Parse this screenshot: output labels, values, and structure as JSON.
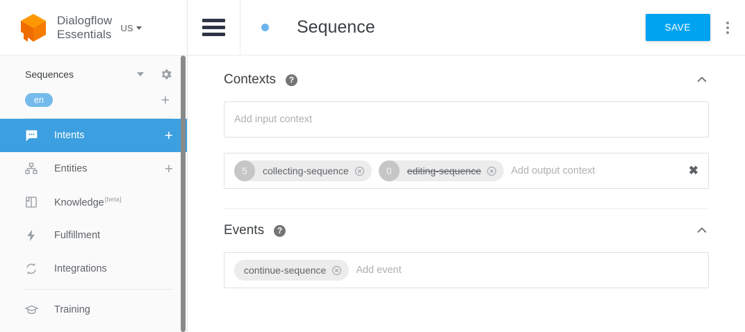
{
  "sidebar": {
    "brand": {
      "line1": "Dialogflow",
      "line2": "Essentials",
      "logo_icon": "dialogflow-cube-logo"
    },
    "region": {
      "label": "US",
      "icon": "chevron-down-icon"
    },
    "agent": {
      "name": "Sequences",
      "caret_icon": "caret-down-icon",
      "gear_icon": "gear-icon"
    },
    "language": {
      "code": "en",
      "add_label": "+"
    },
    "items": [
      {
        "label": "Intents",
        "icon": "chat-bubble-icon",
        "active": true,
        "plus": "+"
      },
      {
        "label": "Entities",
        "icon": "hierarchy-icon",
        "active": false,
        "plus": "+"
      },
      {
        "label": "Knowledge",
        "icon": "book-icon",
        "active": false,
        "badge": "[beta]"
      },
      {
        "label": "Fulfillment",
        "icon": "bolt-icon",
        "active": false
      },
      {
        "label": "Integrations",
        "icon": "sync-icon",
        "active": false
      },
      {
        "label": "Training",
        "icon": "graduation-cap-icon",
        "active": false
      }
    ]
  },
  "topbar": {
    "menu_icon": "hamburger-menu-icon",
    "status_dot": "status-dot-blue",
    "title": "Sequence",
    "save_label": "SAVE",
    "kebab_icon": "more-vertical-icon"
  },
  "contexts": {
    "title": "Contexts",
    "help_icon": "help-circle-icon",
    "collapse_icon": "chevron-up-icon",
    "input_placeholder": "Add input context",
    "output_placeholder": "Add output context",
    "clear_icon": "close-icon",
    "output_chips": [
      {
        "lifespan": "5",
        "name": "collecting-sequence",
        "struck": false,
        "remove_icon": "remove-circle-icon"
      },
      {
        "lifespan": "0",
        "name": "editing-sequence",
        "struck": true,
        "remove_icon": "remove-circle-icon"
      }
    ]
  },
  "events": {
    "title": "Events",
    "help_icon": "help-circle-icon",
    "collapse_icon": "chevron-up-icon",
    "placeholder": "Add event",
    "chips": [
      {
        "name": "continue-sequence",
        "remove_icon": "remove-circle-icon"
      }
    ]
  },
  "colors": {
    "accent_blue": "#3c9fe0",
    "save_blue": "#00a3f0",
    "lang_blue": "#74bbec",
    "logo_orange_top": "#ff9800",
    "logo_orange_body": "#ef6c00"
  }
}
